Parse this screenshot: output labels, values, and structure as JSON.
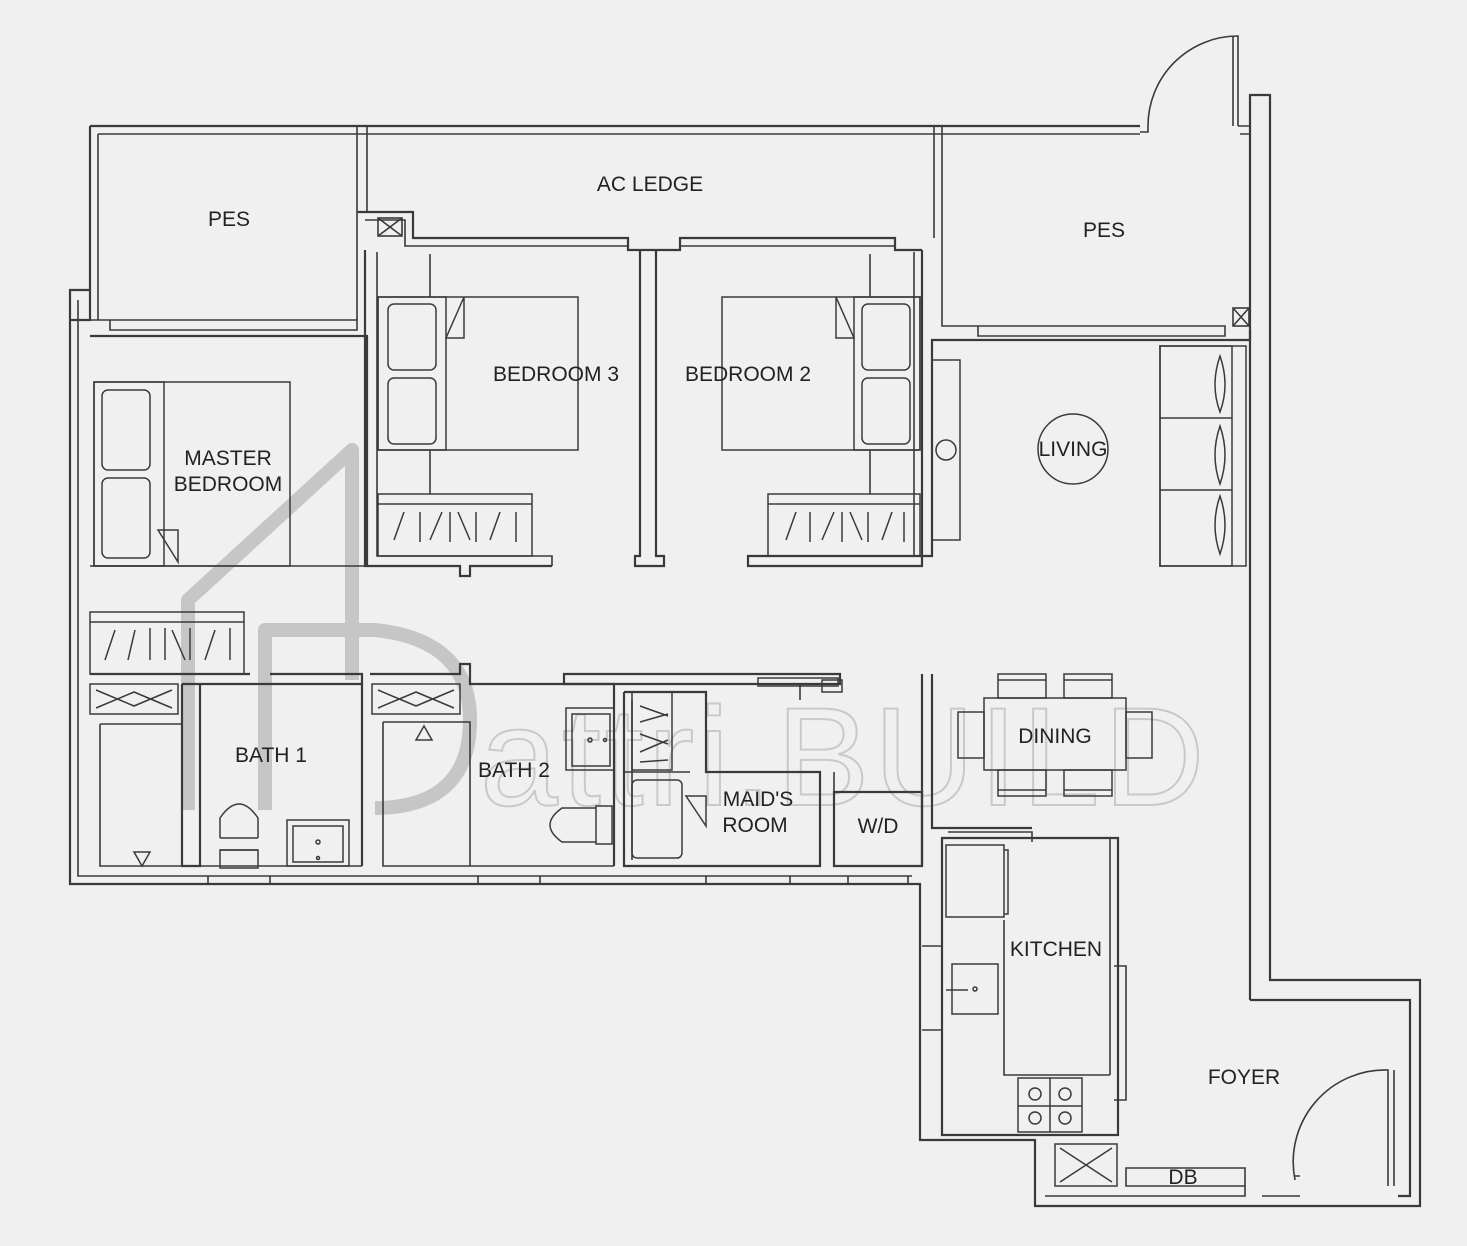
{
  "rooms": {
    "pes_left": "PES",
    "ac_ledge": "AC LEDGE",
    "pes_right": "PES",
    "bedroom_3": "BEDROOM 3",
    "bedroom_2": "BEDROOM 2",
    "master_bedroom_line1": "MASTER",
    "master_bedroom_line2": "BEDROOM",
    "living": "LIVING",
    "dining": "DINING",
    "bath_1": "BATH 1",
    "bath_2": "BATH 2",
    "maids_room_line1": "MAID'S",
    "maids_room_line2": "ROOM",
    "wd": "W/D",
    "kitchen": "KITCHEN",
    "foyer": "FOYER",
    "db": "DB"
  },
  "watermark": {
    "text": "attri.BUILD"
  }
}
